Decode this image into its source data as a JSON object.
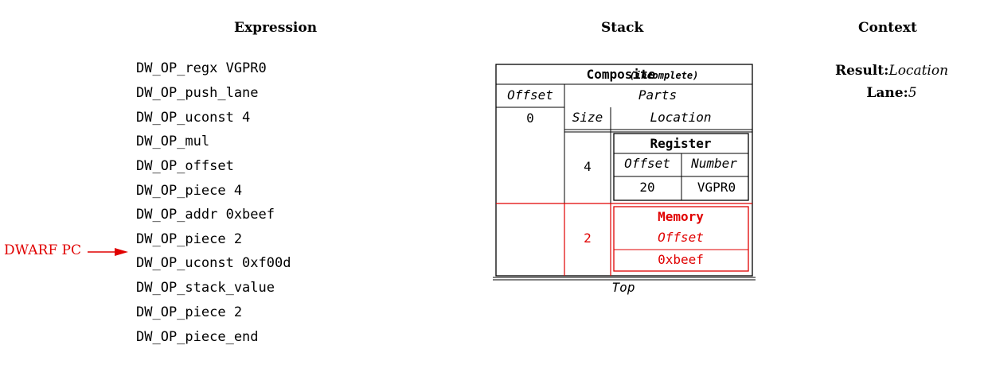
{
  "headers": {
    "expression": "Expression",
    "stack": "Stack",
    "context": "Context"
  },
  "expression": [
    "DW_OP_regx VGPR0",
    "DW_OP_push_lane",
    "DW_OP_uconst 4",
    "DW_OP_mul",
    "DW_OP_offset",
    "DW_OP_piece 4",
    "DW_OP_addr 0xbeef",
    "DW_OP_piece 2",
    "DW_OP_uconst 0xf00d",
    "DW_OP_stack_value",
    "DW_OP_piece 2",
    "DW_OP_piece_end"
  ],
  "pc": {
    "label": "DWARF PC",
    "color": "#e00000"
  },
  "stack": {
    "composite_title": "Composite",
    "composite_status": "(incomplete)",
    "offset_header": "Offset",
    "parts_header": "Parts",
    "offset_value": "0",
    "size_header": "Size",
    "location_header": "Location",
    "parts": [
      {
        "size": "4",
        "kind": "Register",
        "col1_header": "Offset",
        "col2_header": "Number",
        "col1_value": "20",
        "col2_value": "VGPR0"
      },
      {
        "size": "2",
        "kind": "Memory",
        "col1_header": "Offset",
        "col1_value": "0xbeef",
        "highlight": "#e00000"
      }
    ],
    "top_label": "Top"
  },
  "context": {
    "result_label": "Result:",
    "result_value": "Location",
    "lane_label": "Lane:",
    "lane_value": "5"
  }
}
